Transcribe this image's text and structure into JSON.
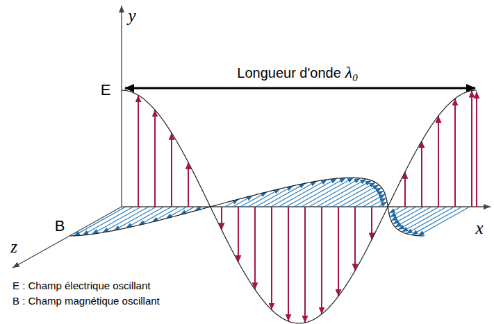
{
  "diagram": {
    "labels": [
      "y",
      "E",
      "Longueur d'onde",
      "λ",
      "0",
      "B",
      "x",
      "z",
      "E : Champ électrique oscillant",
      "B : Champ magnétique oscillant"
    ]
  }
}
